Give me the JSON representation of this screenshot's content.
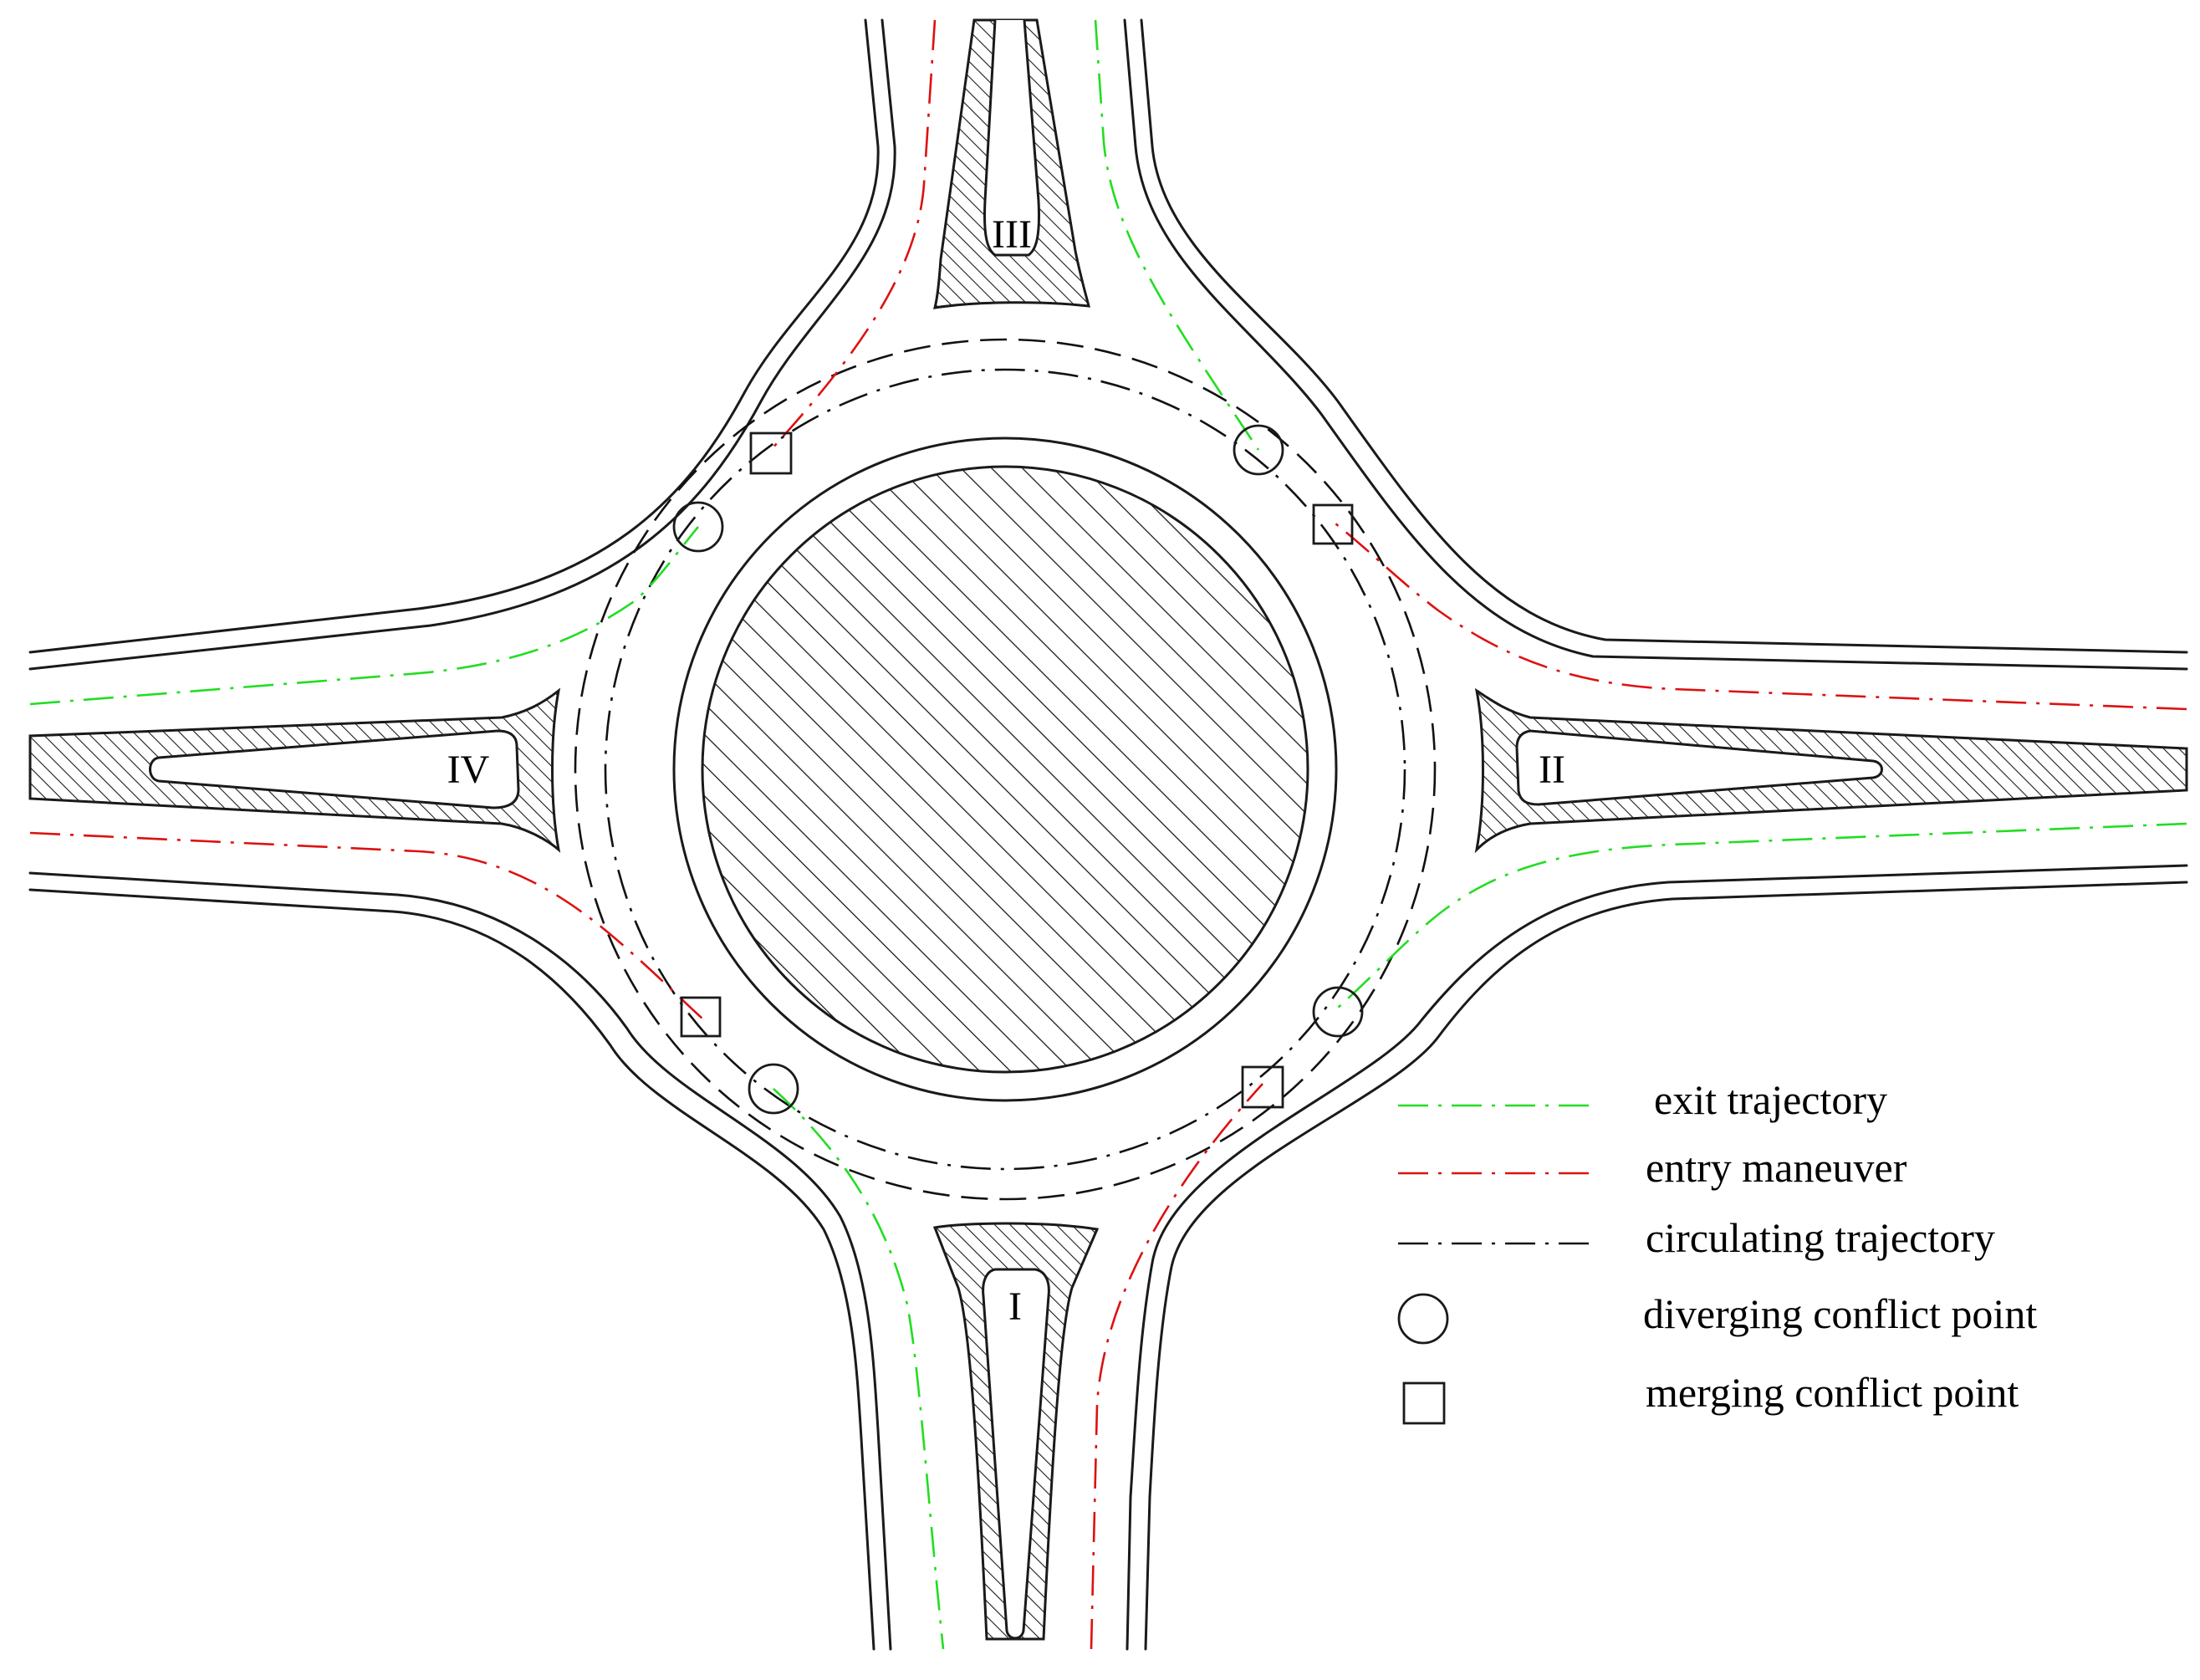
{
  "colors": {
    "exit": "#22dd22",
    "entry": "#dd1111",
    "circulating": "#111111",
    "outline": "#1a1a1a",
    "hatch": "#1a1a1a"
  },
  "islands": {
    "south": "I",
    "east": "II",
    "north": "III",
    "west": "IV"
  },
  "legend": {
    "exit": "exit trajectory",
    "entry": "entry maneuver",
    "circulating": "circulating trajectory",
    "diverging": "diverging conflict point",
    "merging": "merging conflict point"
  },
  "conflict_points": {
    "diverging_count": 4,
    "merging_count": 4
  }
}
